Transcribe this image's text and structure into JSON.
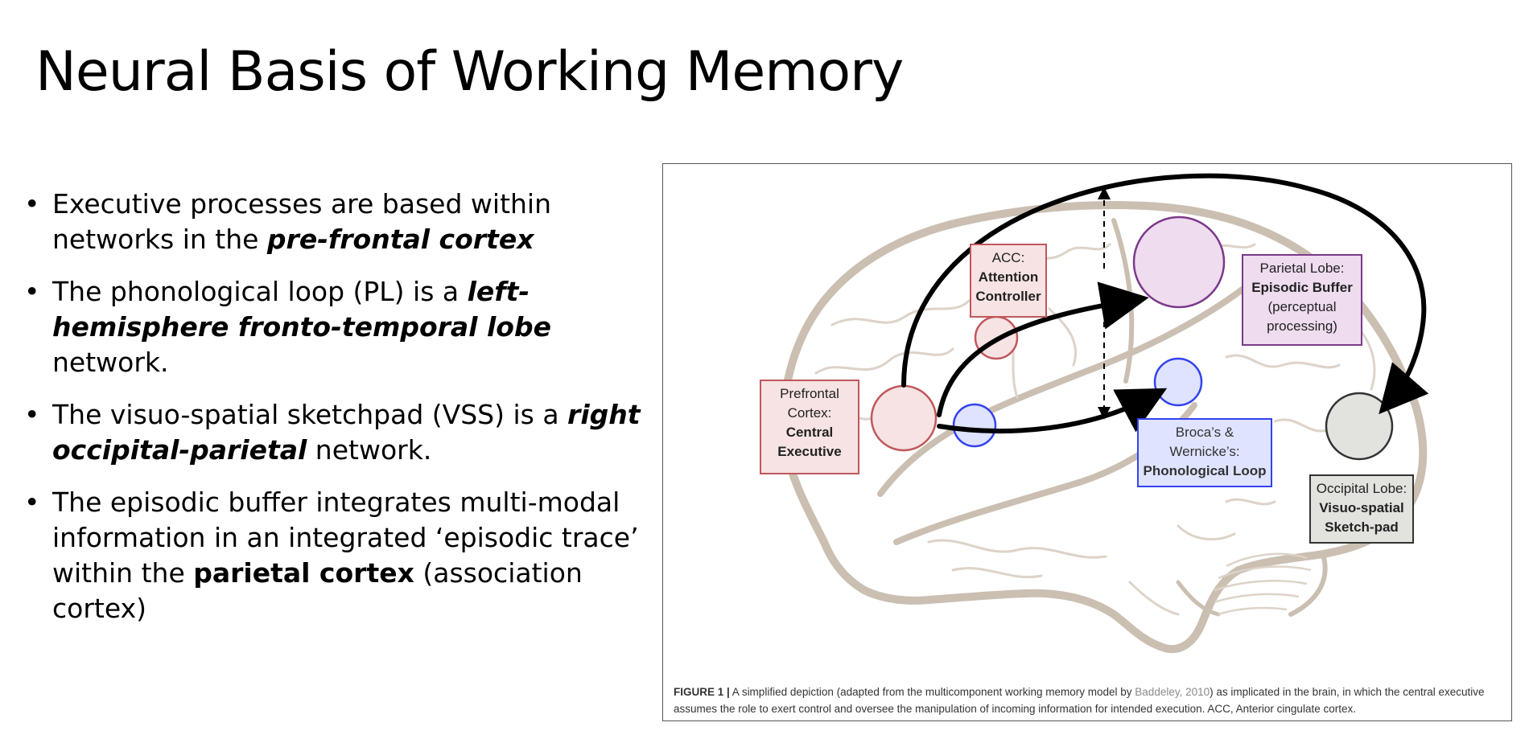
{
  "slide": {
    "title": "Neural Basis of Working Memory"
  },
  "bullets": [
    {
      "before": "Executive processes are based within networks in the ",
      "emph": "pre-frontal cortex",
      "after": ""
    },
    {
      "before": "The phonological loop (PL) is a ",
      "emph": "left-hemisphere fronto-temporal lobe",
      "after": " network."
    },
    {
      "before": "The visuo-spatial sketchpad (VSS) is a ",
      "emph": "right occipital-parietal",
      "after": " network."
    },
    {
      "before": "The episodic buffer integrates multi-modal information in an integrated ‘episodic trace’ within the ",
      "strong": "parietal cortex",
      "after": " (association cortex)"
    }
  ],
  "figure": {
    "labels": {
      "pfc": {
        "line1": "Prefrontal",
        "line2": "Cortex:",
        "bold1": "Central",
        "bold2": "Executive"
      },
      "acc": {
        "line1": "ACC:",
        "bold1": "Attention",
        "bold2": "Controller"
      },
      "parietal": {
        "line1": "Parietal Lobe:",
        "bold1": "Episodic Buffer",
        "line2": "(perceptual",
        "line3": "processing)"
      },
      "broca": {
        "line1": "Broca’s &",
        "line2": "Wernicke’s:",
        "bold1": "Phonological Loop"
      },
      "occipital": {
        "line1": "Occipital Lobe:",
        "bold1": "Visuo-spatial",
        "bold2": "Sketch-pad"
      }
    },
    "colors": {
      "red_outline": "#c0575c",
      "red_fill": "#f7e3e3",
      "purple_outline": "#7b3a8a",
      "purple_fill": "#efdcef",
      "blue_outline": "#3342ee",
      "blue_fill": "#dfe3ff",
      "gray_outline": "#333333",
      "gray_fill": "#e2e2df",
      "brain_outline": "#cbbfb2"
    },
    "caption": {
      "label": "FIGURE 1 |",
      "text1": " A simplified depiction (adapted from the multicomponent working memory model by ",
      "cite": "Baddeley, 2010",
      "text2": ") as implicated in the brain, in which the central executive assumes the role to exert control and oversee the manipulation of incoming information for intended execution. ACC, Anterior cingulate cortex."
    }
  }
}
